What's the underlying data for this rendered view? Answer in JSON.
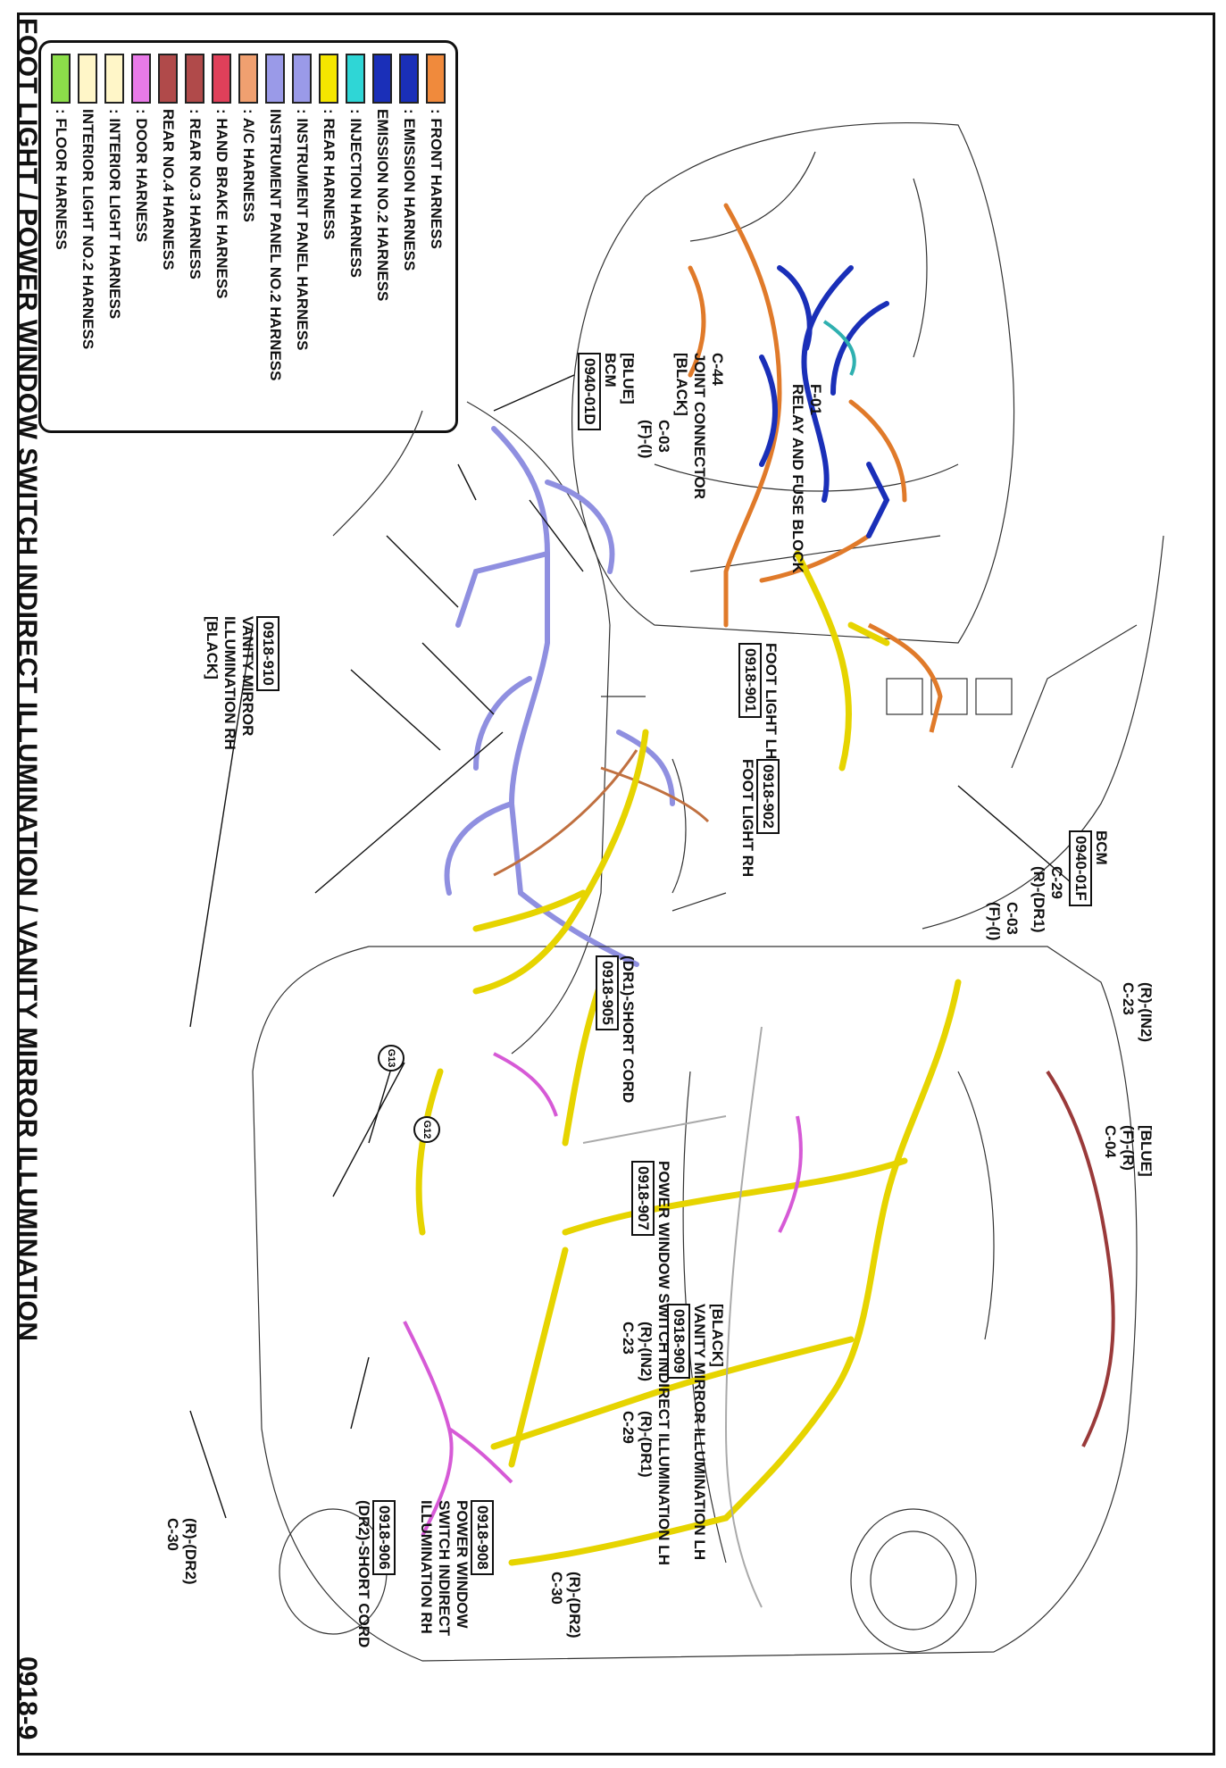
{
  "title": "FOOT LIGHT / POWER WINDOW SWITCH INDIRECT ILLUMINATION / VANITY MIRROR ILLUMINATION",
  "page_number": "0918-9",
  "legend": [
    {
      "label": ": FRONT HARNESS",
      "color": "#f08a3c"
    },
    {
      "label": ": EMISSION HARNESS",
      "color": "#1a2fb8"
    },
    {
      "label": "EMISSION NO.2 HARNESS",
      "color": "#1a2fb8"
    },
    {
      "label": ": INJECTION HARNESS",
      "color": "#2fd6d6"
    },
    {
      "label": ": REAR HARNESS",
      "color": "#f5e600"
    },
    {
      "label": ": INSTRUMENT PANEL HARNESS",
      "color": "#9a9ae8"
    },
    {
      "label": "INSTRUMENT PANEL NO.2 HARNESS",
      "color": "#9a9ae8"
    },
    {
      "label": ": A/C HARNESS",
      "color": "#f0a070"
    },
    {
      "label": ": HAND BRAKE HARNESS",
      "color": "#e0405a"
    },
    {
      "label": ": REAR NO.3 HARNESS",
      "color": "#b04a4a"
    },
    {
      "label": "REAR NO.4 HARNESS",
      "color": "#b04a4a"
    },
    {
      "label": ": DOOR HARNESS",
      "color": "#e87ae8"
    },
    {
      "label": ": INTERIOR LIGHT HARNESS",
      "color": "#fff6c8"
    },
    {
      "label": "INTERIOR LIGHT NO.2 HARNESS",
      "color": "#fff6c8"
    },
    {
      "label": ": FLOOR HARNESS",
      "color": "#8cde4a"
    }
  ],
  "callouts": {
    "f01": "F-01",
    "relay": "RELAY AND FUSE BLOCK",
    "c44": "C-44",
    "joint": "JOINT CONNECTOR",
    "black1": "[BLACK]",
    "c03a": "C-03",
    "fi1": "(F)-(I)",
    "blue1": "[BLUE]",
    "bcm1": "BCM",
    "code_0940_01d": "0940-01D",
    "foot_lh": "FOOT LIGHT LH",
    "code_0918_901": "0918-901",
    "code_0918_902": "0918-902",
    "foot_rh": "FOOT LIGHT RH",
    "code_0918_910": "0918-910",
    "vanity_rh1": "VANITY MIRROR",
    "vanity_rh2": "ILLUMINATION RH",
    "black2": "[BLACK]",
    "bcm2": "BCM",
    "code_0940_01f": "0940-01F",
    "c29a": "C-29",
    "rdr1a": "(R)-(DR1)",
    "c03b": "C-03",
    "fi2": "(F)-(I)",
    "rin2a": "(R)-(IN2)",
    "c23a": "C-23",
    "blue2": "[BLUE]",
    "fr": "(F)-(R)",
    "c04": "C-04",
    "dr1short": "(DR1)-SHORT CORD",
    "code_0918_905": "0918-905",
    "g13": "G13",
    "g12": "G12",
    "pwsi_lh": "POWER WINDOW SWITCH INDIRECT ILLUMINATION LH",
    "code_0918_907": "0918-907",
    "black3": "[BLACK]",
    "vanity_lh": "VANITY MIRROR ILLUMINATION LH",
    "code_0918_909": "0918-909",
    "rin2b": "(R)-(IN2)",
    "c23b": "C-23",
    "rdr1b": "(R)-(DR1)",
    "c29b": "C-29",
    "rdr2a": "(R)-(DR2)",
    "c30a": "C-30",
    "code_0918_908": "0918-908",
    "pw_rh1": "POWER WINDOW",
    "pw_rh2": "SWITCH INDIRECT",
    "pw_rh3": "ILLUMINATION RH",
    "code_0918_906": "0918-906",
    "dr2short": "(DR2)-SHORT CORD",
    "rdr2b": "(R)-(DR2)",
    "c30b": "C-30"
  }
}
